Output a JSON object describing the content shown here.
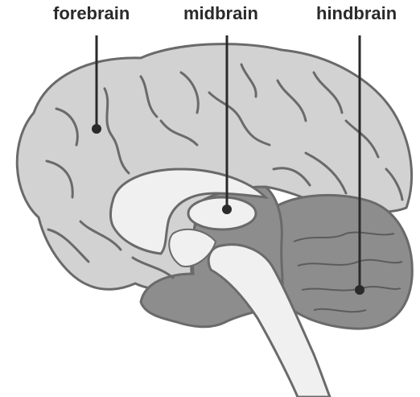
{
  "labels": {
    "forebrain": "forebrain",
    "midbrain": "midbrain",
    "hindbrain": "hindbrain"
  },
  "colors": {
    "cerebrum_fill": "#d2d2d2",
    "outline": "#6a6a6a",
    "dark_region": "#8d8d8d",
    "light_region": "#f0f0f0",
    "pointer": "#2a2a2a"
  }
}
